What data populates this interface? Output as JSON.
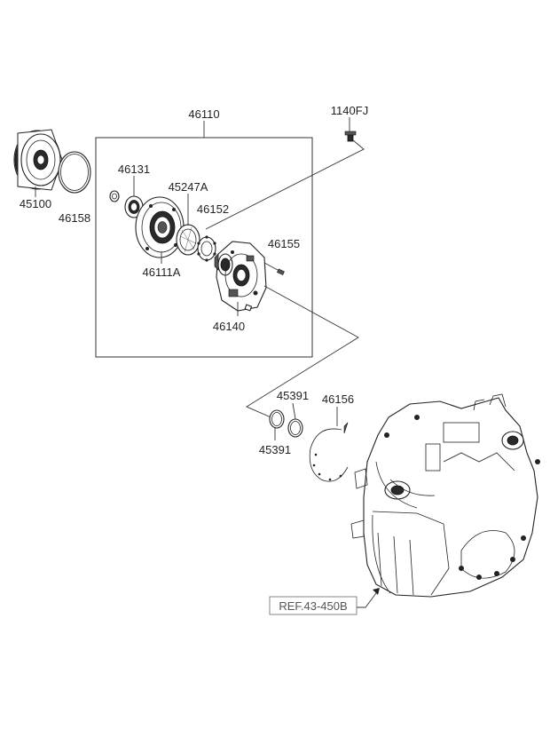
{
  "labels": {
    "assembly": "46110",
    "bolt": "1140FJ",
    "torque_converter": "45100",
    "o_ring_large": "46158",
    "seal": "46131",
    "pump_cover": "45247A",
    "gear_inner": "46152",
    "pump_housing": "46111A",
    "pump_assembly": "46140",
    "pin": "46155",
    "seal_ring_upper": "45391",
    "seal_ring_lower": "45391",
    "gasket": "46156",
    "reference": "REF.43-450B"
  }
}
